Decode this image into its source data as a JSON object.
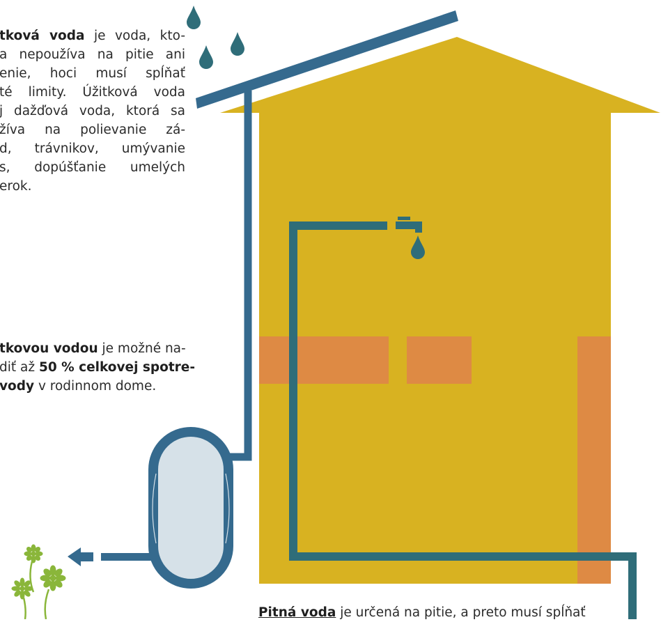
{
  "colors": {
    "house": "#D8B221",
    "window": "#DE8A44",
    "pipe_blue": "#356A8E",
    "pipe_teal": "#2F6D79",
    "drop": "#2F6D79",
    "tank_fill": "#D6E1E8",
    "plant": "#8AB63A"
  },
  "icons": [
    "raindrop-icon",
    "faucet-icon",
    "arrow-left-icon",
    "flower-icon"
  ],
  "text_top": {
    "lines": [
      {
        "bold": "tková voda",
        "rest": " je voda, kto-"
      },
      {
        "bold": "",
        "rest": "a nepoužíva na pitie ani"
      },
      {
        "bold": "",
        "rest": "enie, hoci musí spĺňať"
      },
      {
        "bold": "",
        "rest": "té limity. Úžitková voda"
      },
      {
        "bold": "",
        "rest": "j dažďová voda, ktorá sa"
      },
      {
        "bold": "",
        "rest": "žíva na polievanie zá-"
      },
      {
        "bold": "",
        "rest": "d, trávnikov, umývanie"
      },
      {
        "bold": "",
        "rest": "s, dopúšťanie umelých"
      },
      {
        "bold": "",
        "rest": "erok."
      }
    ]
  },
  "text_mid": {
    "line1_bold": "tkovou vodou",
    "line1_rest": " je možné na-",
    "line2_plain": "diť až ",
    "line2_bold": "50 % celkovej spotre-",
    "line3_bold": "vody",
    "line3_rest": " v rodinnom dome."
  },
  "text_bottom": {
    "bold": "Pitná voda",
    "rest": " je určená na pitie, a preto musí spĺňať"
  }
}
